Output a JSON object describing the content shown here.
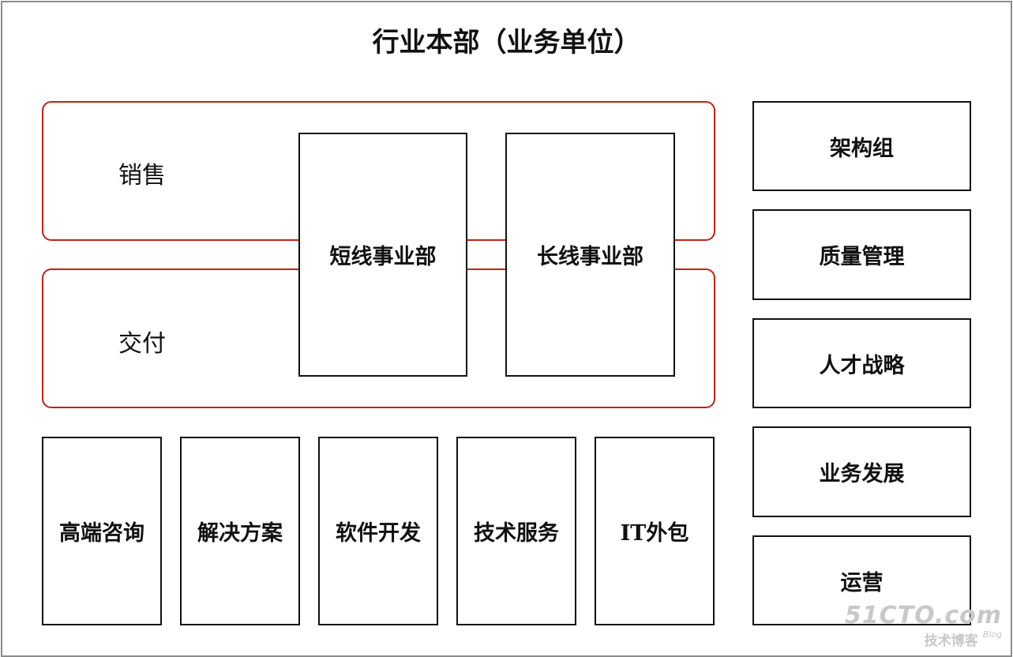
{
  "title": "行业本部（业务单位）",
  "bands": [
    {
      "label": "销售"
    },
    {
      "label": "交付"
    }
  ],
  "divisions": [
    "短线事业部",
    "长线事业部"
  ],
  "business_lines": [
    "高端咨询",
    "解决方案",
    "软件开发",
    "技术服务",
    "IT外包"
  ],
  "functions": [
    "架构组",
    "质量管理",
    "人才战略",
    "业务发展",
    "运营"
  ],
  "watermark": {
    "main": "51CTO.com",
    "sub": "技术博客",
    "tag": "Blog"
  },
  "colors": {
    "band_border": "#c0221a",
    "box_border": "#111111",
    "frame": "#8c8c8c"
  }
}
